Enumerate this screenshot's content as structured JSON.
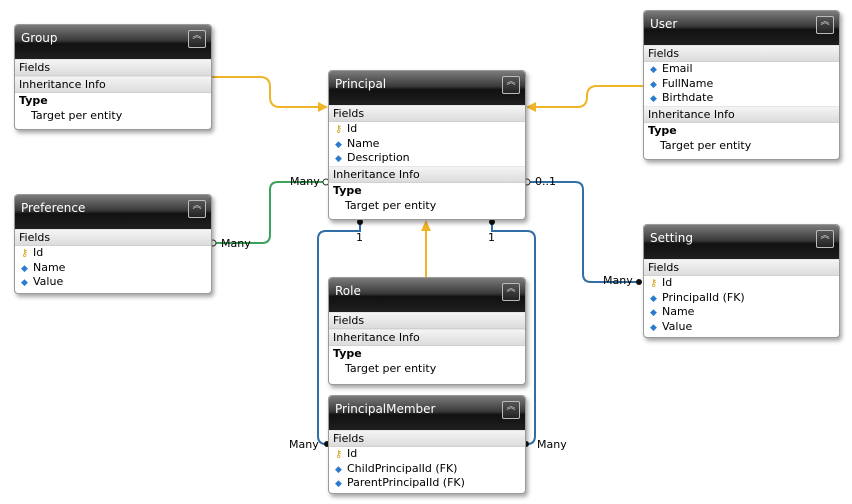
{
  "entities": {
    "group": {
      "title": "Group",
      "fields_header": "Fields",
      "inheritance_header": "Inheritance Info",
      "type_label": "Type",
      "type_value": "Target per entity"
    },
    "user": {
      "title": "User",
      "fields_header": "Fields",
      "fields": [
        "Email",
        "FullName",
        "Birthdate"
      ],
      "inheritance_header": "Inheritance Info",
      "type_label": "Type",
      "type_value": "Target per entity"
    },
    "principal": {
      "title": "Principal",
      "fields_header": "Fields",
      "fields": [
        "Id",
        "Name",
        "Description"
      ],
      "inheritance_header": "Inheritance Info",
      "type_label": "Type",
      "type_value": "Target per entity"
    },
    "preference": {
      "title": "Preference",
      "fields_header": "Fields",
      "fields": [
        "Id",
        "Name",
        "Value"
      ]
    },
    "setting": {
      "title": "Setting",
      "fields_header": "Fields",
      "fields": [
        "Id",
        "PrincipalId (FK)",
        "Name",
        "Value"
      ]
    },
    "role": {
      "title": "Role",
      "fields_header": "Fields",
      "inheritance_header": "Inheritance Info",
      "type_label": "Type",
      "type_value": "Target per entity"
    },
    "principal_member": {
      "title": "PrincipalMember",
      "fields_header": "Fields",
      "fields": [
        "Id",
        "ChildPrincipalId (FK)",
        "ParentPrincipalId (FK)"
      ]
    }
  },
  "connector_labels": {
    "principal_preference_principal": "Many",
    "principal_preference_preference": "Many",
    "principal_setting_principal": "0..1",
    "principal_setting_setting": "Many",
    "member_left_top": "1",
    "member_right_top": "1",
    "member_left_bottom": "Many",
    "member_right_bottom": "Many"
  },
  "colors": {
    "inheritance": "#f0b429",
    "association_green": "#3aa35a",
    "association_blue": "#2f6fa5"
  },
  "icons": {
    "collapse": "collapse-chevrons-icon",
    "key": "key-icon",
    "property": "property-diamond-icon"
  }
}
